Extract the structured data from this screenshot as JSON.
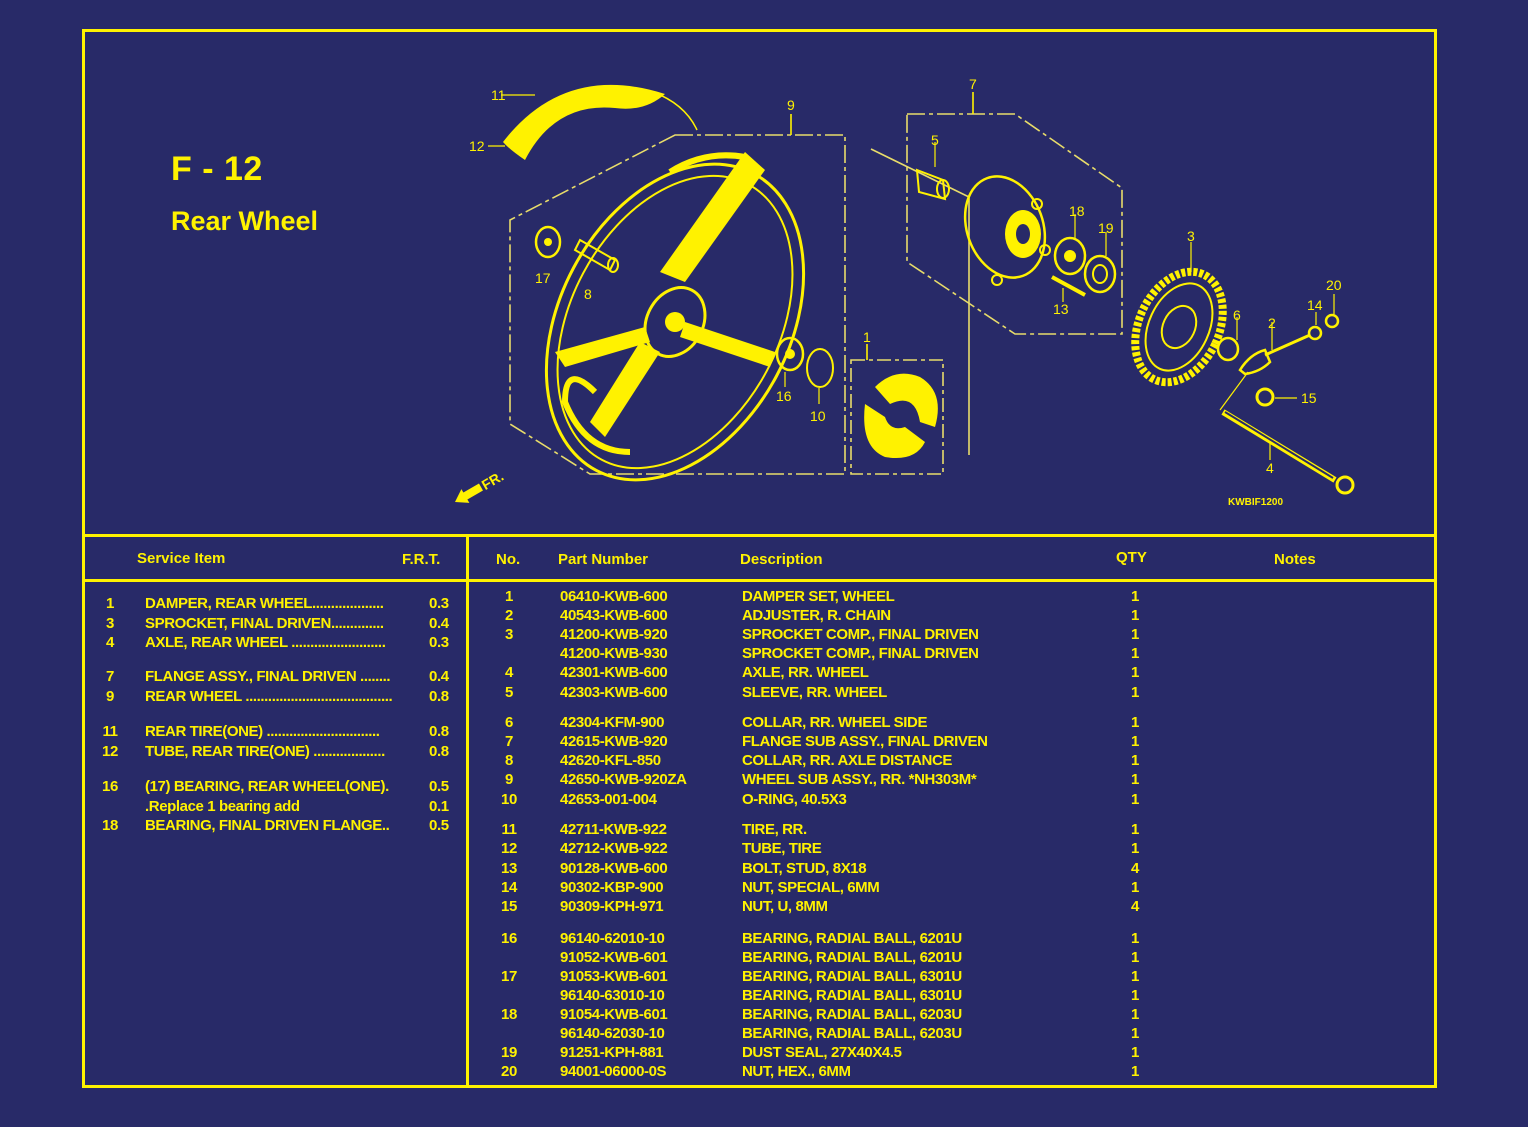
{
  "header": {
    "code": "F - 12",
    "title": "Rear Wheel",
    "ref_code": "KWBIF1200",
    "front_arrow_label": "FR."
  },
  "colors": {
    "background": "#282A68",
    "foreground": "#FFF200"
  },
  "diagram": {
    "callouts": [
      "1",
      "2",
      "3",
      "4",
      "5",
      "6",
      "7",
      "8",
      "9",
      "10",
      "11",
      "12",
      "13",
      "14",
      "15",
      "16",
      "17",
      "18",
      "19",
      "20"
    ]
  },
  "service_table": {
    "headers": {
      "item": "Service Item",
      "frt": "F.R.T."
    },
    "rows": [
      {
        "no": "1",
        "name": "DAMPER, REAR WHEEL...................",
        "frt": "0.3"
      },
      {
        "no": "3",
        "name": "SPROCKET, FINAL DRIVEN..............",
        "frt": "0.4"
      },
      {
        "no": "4",
        "name": "AXLE, REAR WHEEL .........................",
        "frt": "0.3"
      },
      {
        "no": "7",
        "name": "FLANGE ASSY., FINAL DRIVEN ........",
        "frt": "0.4"
      },
      {
        "no": "9",
        "name": "REAR WHEEL .......................................",
        "frt": "0.8"
      },
      {
        "no": "11",
        "name": "REAR TIRE(ONE) ..............................",
        "frt": "0.8"
      },
      {
        "no": "12",
        "name": "TUBE, REAR TIRE(ONE) ...................",
        "frt": "0.8"
      },
      {
        "no": "16",
        "name": "(17) BEARING, REAR WHEEL(ONE).",
        "frt": "0.5"
      },
      {
        "no": "",
        "name": ".Replace 1 bearing add",
        "frt": "0.1"
      },
      {
        "no": "18",
        "name": "BEARING, FINAL DRIVEN FLANGE..",
        "frt": "0.5"
      }
    ]
  },
  "parts_table": {
    "headers": {
      "no": "No.",
      "part_number": "Part Number",
      "description": "Description",
      "qty": "QTY",
      "notes": "Notes"
    },
    "rows": [
      {
        "no": "1",
        "part_number": "06410-KWB-600",
        "description": "DAMPER SET, WHEEL",
        "qty": "1"
      },
      {
        "no": "2",
        "part_number": "40543-KWB-600",
        "description": "ADJUSTER, R. CHAIN",
        "qty": "1"
      },
      {
        "no": "3",
        "part_number": "41200-KWB-920",
        "description": "SPROCKET COMP., FINAL DRIVEN",
        "qty": "1"
      },
      {
        "no": "",
        "part_number": "41200-KWB-930",
        "description": "SPROCKET COMP., FINAL DRIVEN",
        "qty": "1"
      },
      {
        "no": "4",
        "part_number": "42301-KWB-600",
        "description": "AXLE, RR. WHEEL",
        "qty": "1"
      },
      {
        "no": "5",
        "part_number": "42303-KWB-600",
        "description": "SLEEVE, RR. WHEEL",
        "qty": "1"
      },
      {
        "no": "6",
        "part_number": "42304-KFM-900",
        "description": "COLLAR, RR. WHEEL SIDE",
        "qty": "1"
      },
      {
        "no": "7",
        "part_number": "42615-KWB-920",
        "description": "FLANGE SUB ASSY., FINAL DRIVEN",
        "qty": "1"
      },
      {
        "no": "8",
        "part_number": "42620-KFL-850",
        "description": "COLLAR, RR. AXLE DISTANCE",
        "qty": "1"
      },
      {
        "no": "9",
        "part_number": "42650-KWB-920ZA",
        "description": "WHEEL SUB ASSY., RR. *NH303M*",
        "qty": "1"
      },
      {
        "no": "10",
        "part_number": "42653-001-004",
        "description": "O-RING, 40.5X3",
        "qty": "1"
      },
      {
        "no": "11",
        "part_number": "42711-KWB-922",
        "description": "TIRE, RR.",
        "qty": "1"
      },
      {
        "no": "12",
        "part_number": "42712-KWB-922",
        "description": "TUBE, TIRE",
        "qty": "1"
      },
      {
        "no": "13",
        "part_number": "90128-KWB-600",
        "description": "BOLT, STUD, 8X18",
        "qty": "4"
      },
      {
        "no": "14",
        "part_number": "90302-KBP-900",
        "description": "NUT, SPECIAL, 6MM",
        "qty": "1"
      },
      {
        "no": "15",
        "part_number": "90309-KPH-971",
        "description": "NUT, U, 8MM",
        "qty": "4"
      },
      {
        "no": "16",
        "part_number": "96140-62010-10",
        "description": "BEARING, RADIAL BALL, 6201U",
        "qty": "1"
      },
      {
        "no": "",
        "part_number": "91052-KWB-601",
        "description": "BEARING, RADIAL BALL, 6201U",
        "qty": "1"
      },
      {
        "no": "17",
        "part_number": "91053-KWB-601",
        "description": "BEARING, RADIAL BALL, 6301U",
        "qty": "1"
      },
      {
        "no": "",
        "part_number": "96140-63010-10",
        "description": "BEARING, RADIAL BALL, 6301U",
        "qty": "1"
      },
      {
        "no": "18",
        "part_number": "91054-KWB-601",
        "description": "BEARING, RADIAL BALL, 6203U",
        "qty": "1"
      },
      {
        "no": "",
        "part_number": "96140-62030-10",
        "description": "BEARING, RADIAL BALL, 6203U",
        "qty": "1"
      },
      {
        "no": "19",
        "part_number": "91251-KPH-881",
        "description": "DUST SEAL, 27X40X4.5",
        "qty": "1"
      },
      {
        "no": "20",
        "part_number": "94001-06000-0S",
        "description": "NUT, HEX., 6MM",
        "qty": "1"
      }
    ]
  }
}
